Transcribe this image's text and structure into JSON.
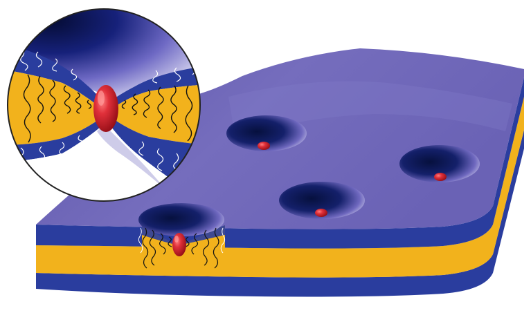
{
  "illustration": {
    "colors": {
      "background": "#ffffff",
      "membrane_surface": "#6f66b8",
      "membrane_surface_light": "#8f88d2",
      "outer_layer": "#2a3d9e",
      "outer_layer_dark": "#1e2c80",
      "core_layer": "#f2b21c",
      "pore_dark": "#06103e",
      "pore_highlight": "#ffffff",
      "particle": "#d01f2a",
      "particle_highlight": "#f06a6a",
      "chain_black": "#111111",
      "chain_white": "#ffffff"
    },
    "elements": [
      "membrane-slab",
      "surface-pore",
      "surface-pore",
      "surface-pore",
      "cross-section-pore",
      "magnified-inset"
    ]
  }
}
